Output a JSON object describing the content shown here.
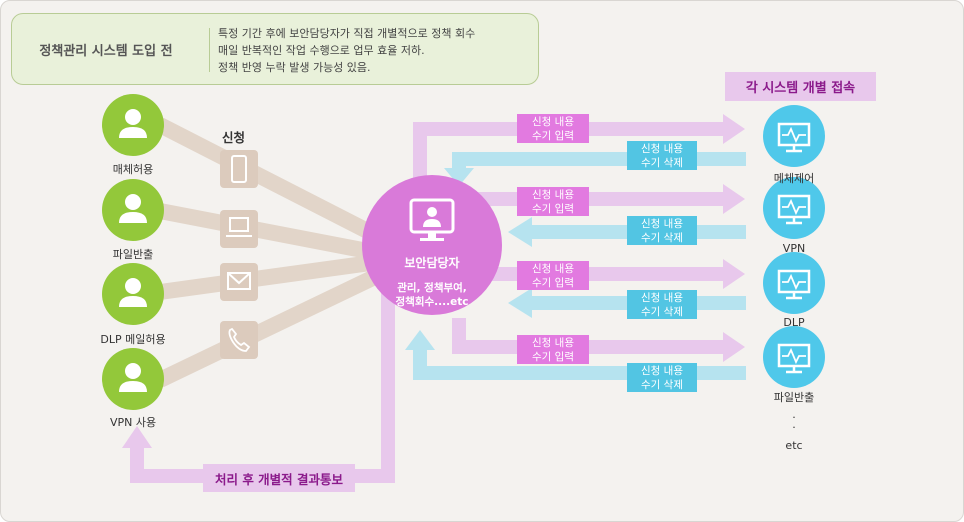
{
  "note": {
    "title": "정책관리 시스템 도입 전",
    "lines": [
      "특정 기간 후에 보안담당자가 직접 개별적으로 정책 회수",
      "매일 반복적인 작업  수행으로 업무 효율 저하.",
      "정책 반영 누락 발생 가능성 있음."
    ]
  },
  "requests": {
    "heading": "신청",
    "users": [
      "매체허용",
      "파일반출",
      "DLP 메일허용",
      "VPN 사용"
    ]
  },
  "center": {
    "title": "보안담당자",
    "sub": [
      "관리, 정책부여,",
      "정책회수....etc"
    ]
  },
  "systems": {
    "header": "각 시스템 개별 접속",
    "items": [
      "메체제어",
      "VPN",
      "DLP",
      "파일반출"
    ],
    "dots": ".",
    "etc": "etc"
  },
  "flow": {
    "input_label": [
      "신청 내용",
      "수기 입력"
    ],
    "delete_label": [
      "신청 내용",
      "수기 삭제"
    ]
  },
  "result": "처리 후 개별적 결과통보",
  "colors": {
    "user_green": "#93c83a",
    "system_blue": "#4fc8ea",
    "center_purple": "#d97ad9",
    "pink_arrow": "#e8c8ec",
    "blue_arrow": "#b6e3ef",
    "beige_line": "#e2d5c9"
  },
  "icons": {
    "user": "person-icon",
    "channels": [
      "mobile-icon",
      "laptop-icon",
      "mail-icon",
      "phone-icon"
    ],
    "monitor": "monitor-icon"
  }
}
